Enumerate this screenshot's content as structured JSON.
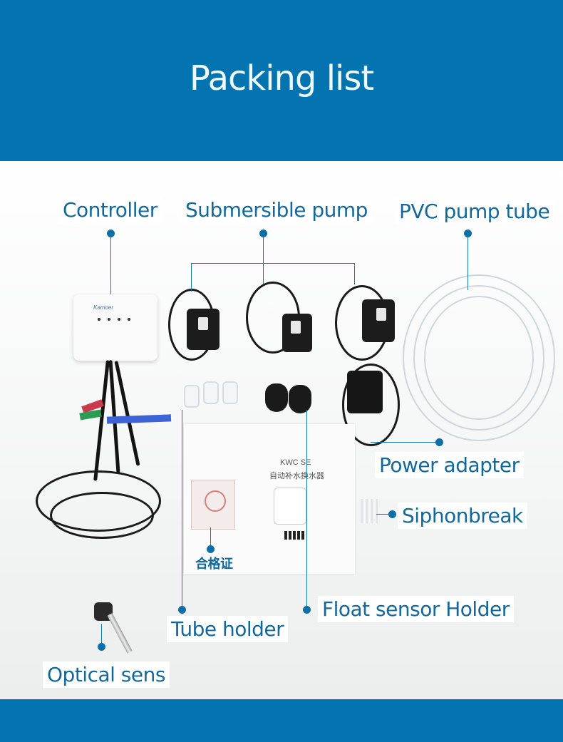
{
  "header": {
    "title": "Packing list",
    "background_color": "#0474b1",
    "title_color": "#eefaff"
  },
  "labels": {
    "controller": "Controller",
    "submersible_pump": "Submersible pump",
    "pvc_pump_tube": "PVC pump tube",
    "power_adapter": "Power adapter",
    "siphonbreak": "Siphonbreak",
    "float_sensor_holder": "Float sensor Holder",
    "tube_holder": "Tube holder",
    "optical_sensor": "Optical sens",
    "certificate": "合格证"
  },
  "manual": {
    "model": "KWC SE",
    "subtitle": "自动补水换水器",
    "brand": "Kamoer"
  },
  "controller": {
    "brand": "Kamoer",
    "led_count": 4
  },
  "colors": {
    "label_text": "#13689a",
    "leader_line": "#1577ac",
    "footer": "#0474b1"
  }
}
